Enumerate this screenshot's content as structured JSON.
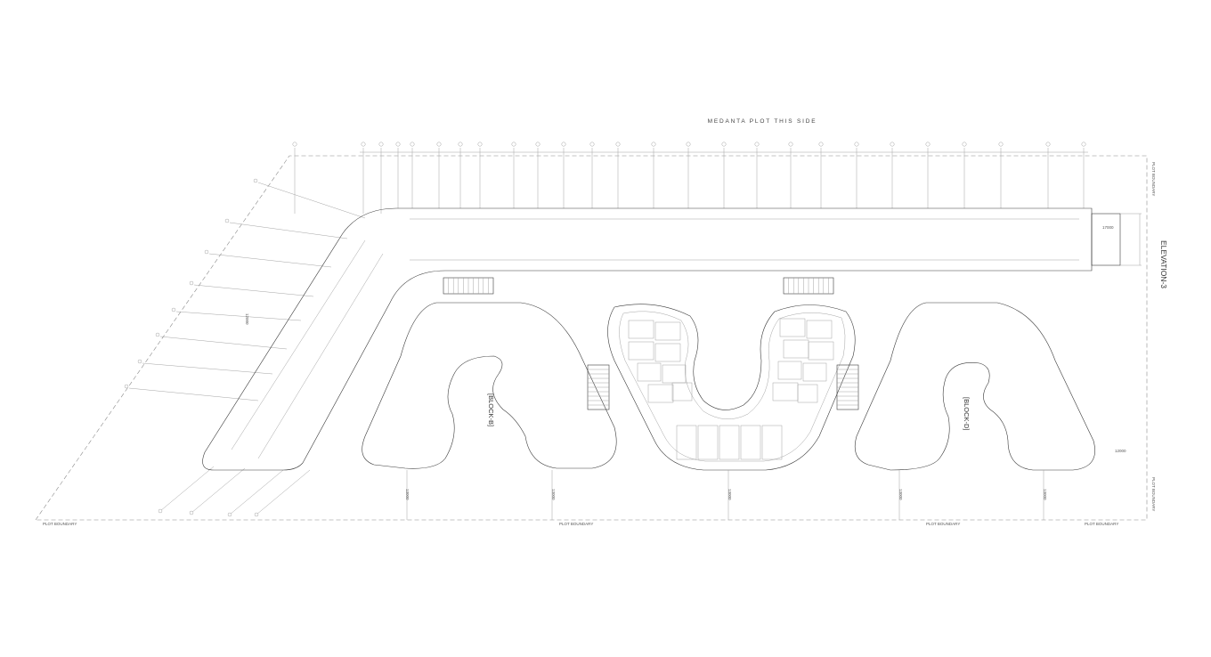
{
  "top_label": "MEDANTA PLOT THIS SIDE",
  "elevation_label": "ELEVATION-3",
  "boundary": {
    "bottom_labels": [
      "PLOT BOUNDARY",
      "PLOT BOUNDARY",
      "PLOT BOUNDARY",
      "PLOT BOUNDARY"
    ],
    "right_top": "PLOT BOUNDARY",
    "right_bottom": "PLOT BOUNDARY"
  },
  "blocks": {
    "left": "[BLOCK-B]",
    "right": "[BLOCK-D]"
  },
  "dimensions": {
    "right_width": "17000",
    "right_bottom": "12000",
    "bottom_gaps": [
      "13000",
      "13000",
      "13000",
      "13000",
      "13000"
    ],
    "diagonal": "12000"
  },
  "colors": {
    "line": "#3a3a3a",
    "light_line": "#9a9a9a",
    "background": "#ffffff"
  }
}
